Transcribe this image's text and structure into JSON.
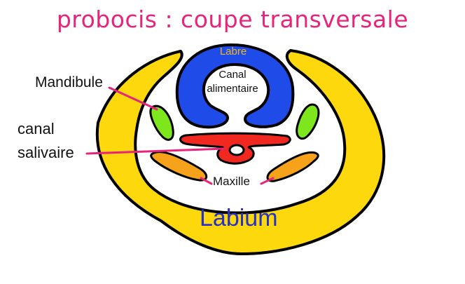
{
  "title": "probocis : coupe transversale",
  "labels": {
    "mandibule": "Mandibule",
    "canal_salivaire_line1": "canal",
    "canal_salivaire_line2": "salivaire",
    "labre": "Labre",
    "canal_alimentaire_line1": "Canal",
    "canal_alimentaire_line2": "alimentaire",
    "maxille": "Maxille",
    "labium": "Labium"
  },
  "colors": {
    "labium": "#fcd80c",
    "labre": "#1f4be8",
    "mandibule": "#7de61c",
    "maxille": "#f7a21b",
    "canal_salivaire": "#f0281f",
    "leader_line": "#e8247a",
    "title": "#e8247a"
  }
}
